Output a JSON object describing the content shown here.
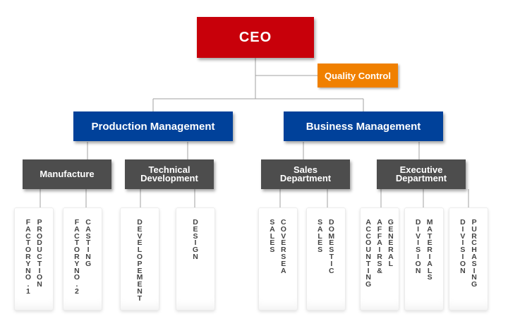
{
  "ceo": "CEO",
  "quality_control": "Quality Control",
  "production_management": "Production Management",
  "business_management": "Business Management",
  "manufacture": "Manufacture",
  "technical_development": [
    "Technical",
    "Development"
  ],
  "sales_department": [
    "Sales",
    "Department"
  ],
  "executive_department": [
    "Executive",
    "Department"
  ],
  "leaves": [
    {
      "name": "factory-no1-production",
      "cols": [
        "FACTORY NO.1",
        "PRODUCTION"
      ]
    },
    {
      "name": "factory-no2-casting",
      "cols": [
        "FACTORY NO.2",
        "CASTING"
      ]
    },
    {
      "name": "development",
      "cols": [
        "DEVELOPEMENT"
      ]
    },
    {
      "name": "design",
      "cols": [
        "DESIGN"
      ]
    },
    {
      "name": "sales-coversea",
      "cols": [
        "SALES",
        "COVERSEA"
      ]
    },
    {
      "name": "sales-domestic",
      "cols": [
        "SALES",
        "DOMESTIC"
      ]
    },
    {
      "name": "accounting-affairs-general",
      "cols": [
        "ACCOUNTING",
        "AFFAIRS&",
        "GENERAL"
      ]
    },
    {
      "name": "division-materials",
      "cols": [
        "DIVISION",
        "MATERIALS"
      ]
    },
    {
      "name": "division-purchasing",
      "cols": [
        "DIVISION",
        "PURCHASING"
      ]
    }
  ],
  "colors": {
    "ceo": "#c8000a",
    "quality": "#f08000",
    "management": "#00419a",
    "department": "#4d4d4d",
    "line": "#a0a0a0"
  }
}
